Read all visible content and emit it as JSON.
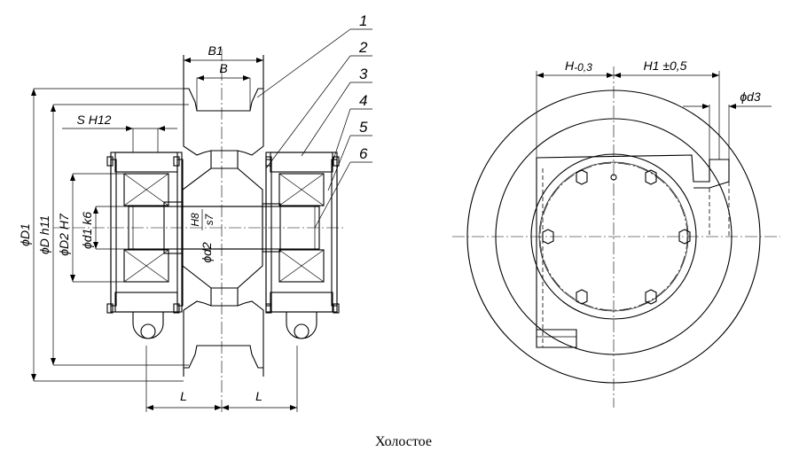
{
  "caption": "Холостое",
  "callouts": [
    "1",
    "2",
    "3",
    "4",
    "5",
    "6"
  ],
  "dimensions": {
    "b1": "B1",
    "b": "B",
    "s": "S H12",
    "d1_outer": "ϕD1",
    "d_h11": "ϕD h11",
    "d2_h7": "ϕD2 H7",
    "d1_k6": "ϕd1 k6",
    "d2_s7": "ϕd2",
    "fit_num": "H8",
    "fit_den": "s7",
    "l_left": "L",
    "l_right": "L",
    "h": "H",
    "h_tol": "-0,3",
    "h1": "H1 ±0,5",
    "d3": "ϕd3"
  }
}
